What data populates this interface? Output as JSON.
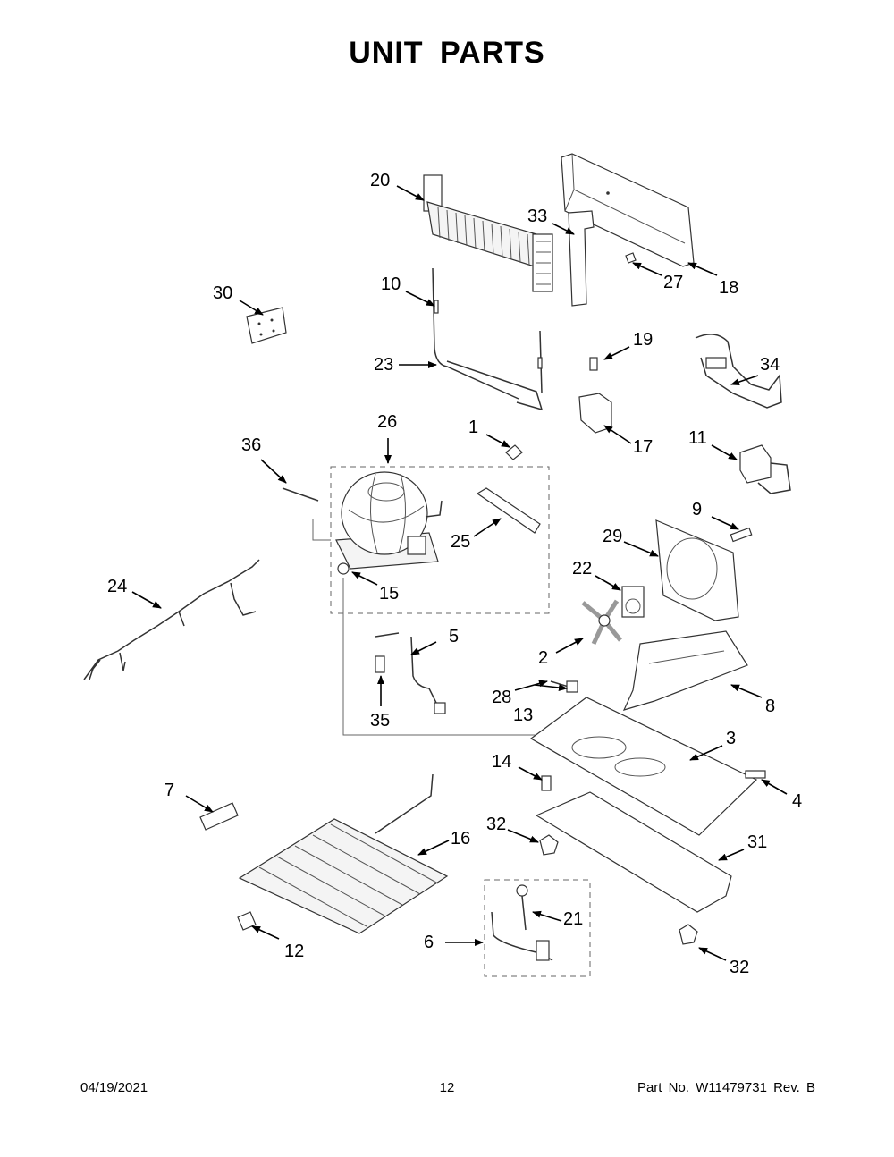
{
  "page": {
    "title": "UNIT  PARTS",
    "footer": {
      "date": "04/19/2021",
      "page_number": "12",
      "part_info": "Part No.  W11479731  Rev.  B"
    }
  },
  "callouts": [
    "1",
    "2",
    "3",
    "4",
    "5",
    "6",
    "7",
    "8",
    "9",
    "10",
    "11",
    "12",
    "13",
    "14",
    "15",
    "16",
    "17",
    "18",
    "19",
    "20",
    "21",
    "22",
    "23",
    "24",
    "25",
    "26",
    "27",
    "28",
    "29",
    "30",
    "31",
    "32",
    "33",
    "34",
    "35",
    "36"
  ]
}
